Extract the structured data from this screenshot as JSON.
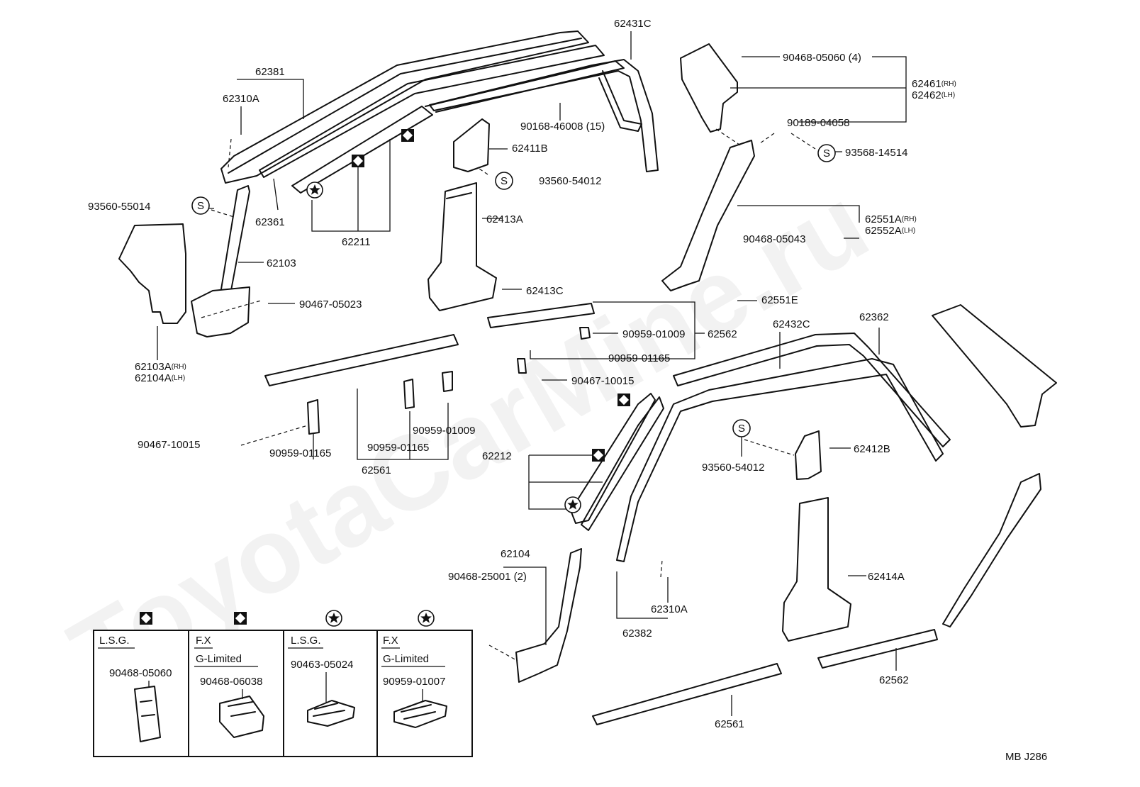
{
  "watermark": "ToyotaCarMine.ru",
  "diagram_code": "MB J286",
  "symbol_legend": {
    "S": "S"
  },
  "labels": {
    "p62431C": "62431C",
    "p62381": "62381",
    "p62310A_top": "62310A",
    "p90168": "90168-46008 (15)",
    "p62411B": "62411B",
    "p93560_54012_top": "93560-54012",
    "p93560_55014": "93560-55014",
    "p62361": "62361",
    "p62211": "62211",
    "p62413A": "62413A",
    "p62103": "62103",
    "p90467_05023": "90467-05023",
    "p62413C": "62413C",
    "p62103A": "62103A",
    "p62104A": "62104A",
    "rh": "(RH)",
    "lh": "(LH)",
    "p90468_05060_4": "90468-05060 (4)",
    "p62461": "62461",
    "p62462": "62462",
    "p90189": "90189-04058",
    "p93568": "93568-14514",
    "p62551A": "62551A",
    "p62552A": "62552A",
    "p90468_05043": "90468-05043",
    "p62551E": "62551E",
    "p90959_01009_a": "90959-01009",
    "p62562_a": "62562",
    "p90959_01165_a": "90959-01165",
    "p90467_10015_a": "90467-10015",
    "p62432C": "62432C",
    "p62362": "62362",
    "p90467_10015_b": "90467-10015",
    "p90959_01009_b": "90959-01009",
    "p90959_01165_b": "90959-01165",
    "p90959_01165_c": "90959-01165",
    "p62561_a": "62561",
    "p62212": "62212",
    "p93560_54012_b": "93560-54012",
    "p62412B": "62412B",
    "p62104": "62104",
    "p90468_25001": "90468-25001 (2)",
    "p62414A": "62414A",
    "p62310A_b": "62310A",
    "p62382": "62382",
    "p62562_b": "62562",
    "p62561_b": "62561"
  },
  "legend_table": {
    "columns": [
      {
        "symbol": "diamond",
        "header1": "L.S.G.",
        "header2": "",
        "part": "90468-05060"
      },
      {
        "symbol": "diamond",
        "header1": "F.X",
        "header2": "G-Limited",
        "part": "90468-06038"
      },
      {
        "symbol": "star",
        "header1": "L.S.G.",
        "header2": "",
        "part": "90463-05024"
      },
      {
        "symbol": "star",
        "header1": "F.X",
        "header2": "G-Limited",
        "part": "90959-01007"
      }
    ]
  }
}
